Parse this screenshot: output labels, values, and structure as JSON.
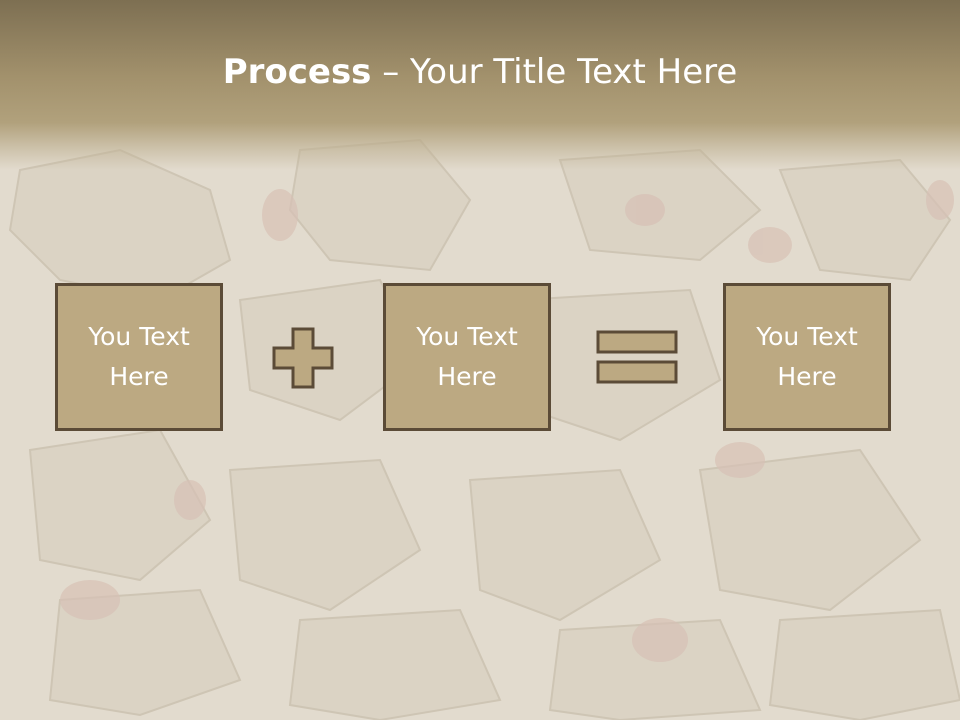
{
  "slide": {
    "title_strong": "Process",
    "title_rest": " – Your Title Text Here",
    "boxes": [
      {
        "text": "You Text Here"
      },
      {
        "text": "You Text Here"
      },
      {
        "text": "You Text Here"
      }
    ],
    "operators": [
      "plus-icon",
      "equals-icon"
    ]
  },
  "colors": {
    "header": "#a2916c",
    "box_fill": "#bca982",
    "box_border": "#5b4b37",
    "text": "#ffffff"
  }
}
